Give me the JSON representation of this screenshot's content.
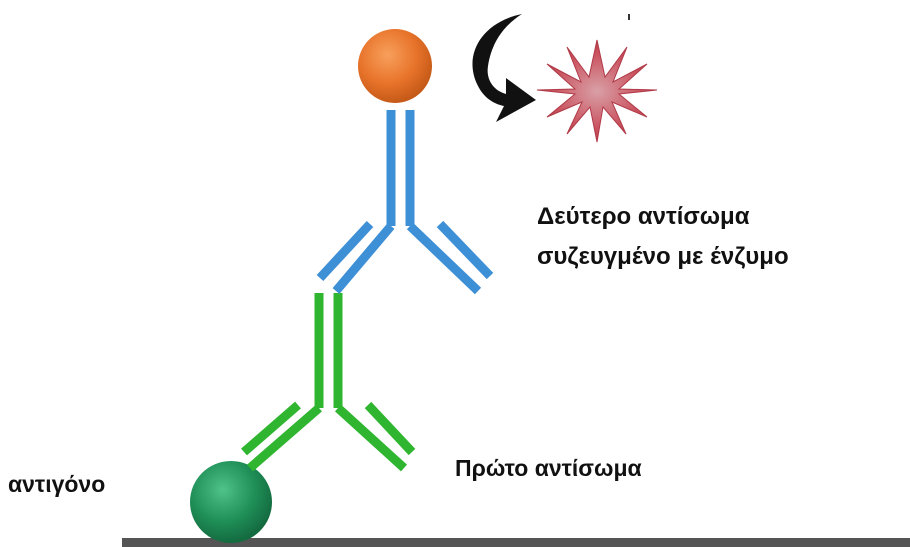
{
  "labels": {
    "secondary_antibody_line1": "Δεύτερο αντίσωμα",
    "secondary_antibody_line2": "συζευγμένο με ένζυμο",
    "primary_antibody": "Πρώτο αντίσωμα",
    "antigen": "αντιγόνο"
  },
  "colors": {
    "secondary_antibody": "#3d8fd6",
    "primary_antibody": "#2fb52f",
    "enzyme_ball": "#e8732a",
    "signal_star": "#c94f5c",
    "antigen": "#1f8f57",
    "surface": "#555555",
    "arrow": "#111111"
  },
  "icons": {
    "enzyme": "orange-sphere",
    "signal": "red-starburst",
    "reaction_arrow": "curved-arrow",
    "antigen": "green-sphere"
  }
}
